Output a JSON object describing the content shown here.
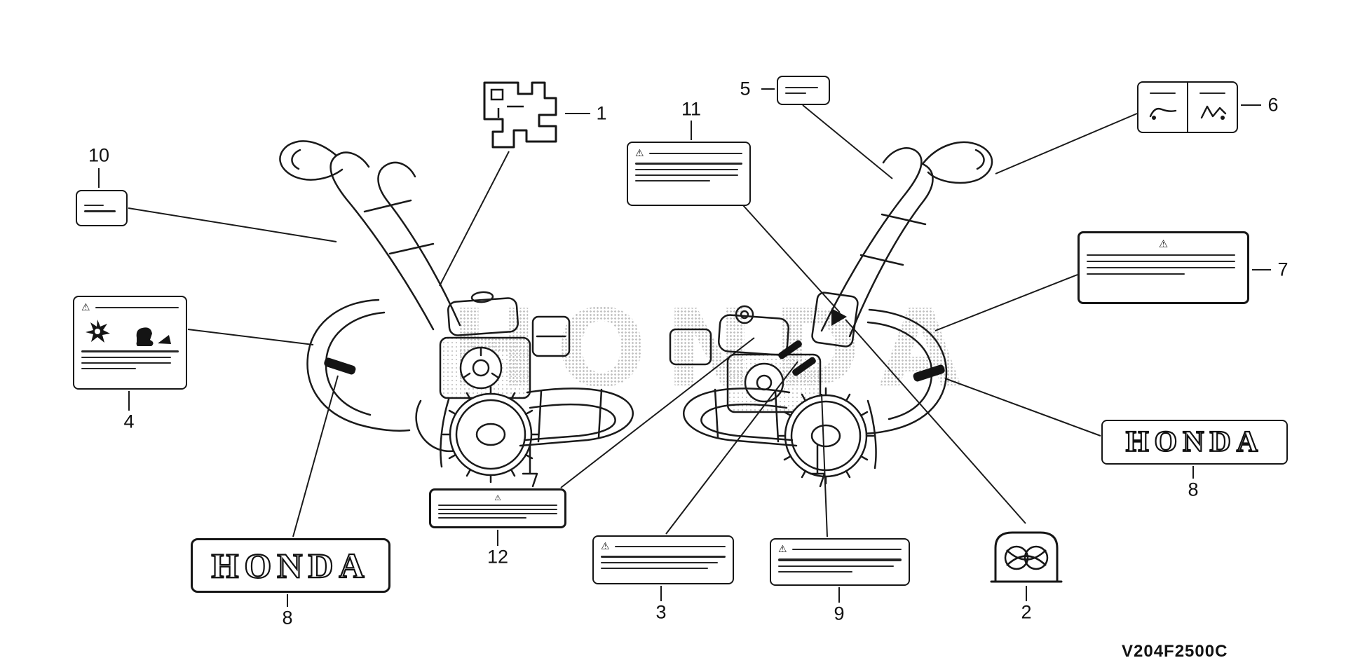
{
  "page": {
    "background": "#ffffff",
    "line_color": "#1a1a1a",
    "part_code": "V204F2500C",
    "watermark": "HONDA"
  },
  "icons": {
    "warning": "⚠"
  },
  "figures": {
    "left": "rotary-tiller-left",
    "right": "rotary-tiller-right"
  },
  "emblems": {
    "honda_left": "HONDA",
    "honda_right": "HONDA"
  },
  "callouts": {
    "n1": "1",
    "n2": "2",
    "n3": "3",
    "n4": "4",
    "n5": "5",
    "n6": "6",
    "n7": "7",
    "n8_left": "8",
    "n8_right": "8",
    "n9": "9",
    "n10": "10",
    "n11": "11",
    "n12": "12"
  }
}
